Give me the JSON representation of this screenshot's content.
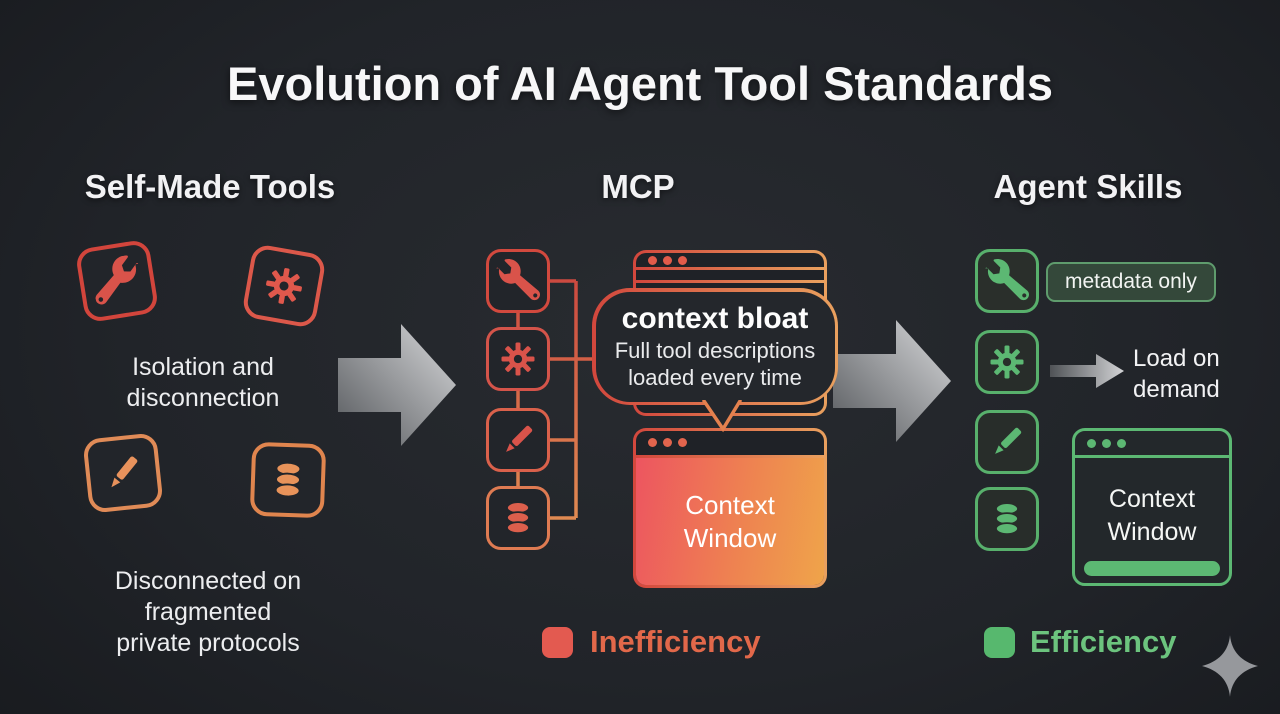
{
  "title": "Evolution of AI Agent Tool Standards",
  "self_made": {
    "header": "Self-Made Tools",
    "caption_top": "Isolation and disconnection",
    "caption_bottom": "Disconnected on fragmented private protocols"
  },
  "mcp": {
    "header": "MCP",
    "bubble": {
      "title": "context bloat",
      "subtitle": "Full tool descriptions loaded every time"
    },
    "context_window": "Context Window",
    "legend": "Inefficiency"
  },
  "agent_skills": {
    "header": "Agent Skills",
    "badge": "metadata only",
    "load_on_demand": "Load on demand",
    "context_window": "Context Window",
    "legend": "Efficiency"
  },
  "icons": {
    "tool_icons": [
      "wrench-icon",
      "gear-icon",
      "pencil-icon",
      "database-icon"
    ],
    "misc_icons": [
      "arrow-right-icon",
      "browser-window-icon",
      "speech-bubble",
      "sparkle-icon",
      "traffic-dots-icon"
    ]
  },
  "colors": {
    "background": "#212429",
    "red": "#d9534a",
    "orange": "#e8925c",
    "green": "#5cb873",
    "arrow_gray": "#d9dadc",
    "text": "#f2f2f4",
    "inefficiency_swatch": "#e35a50",
    "inefficiency_text": "#e2684a",
    "efficiency_swatch": "#57b86e",
    "efficiency_text": "#6cc47e",
    "context_window_gradient": [
      "#ed5560",
      "#efa44a"
    ]
  }
}
